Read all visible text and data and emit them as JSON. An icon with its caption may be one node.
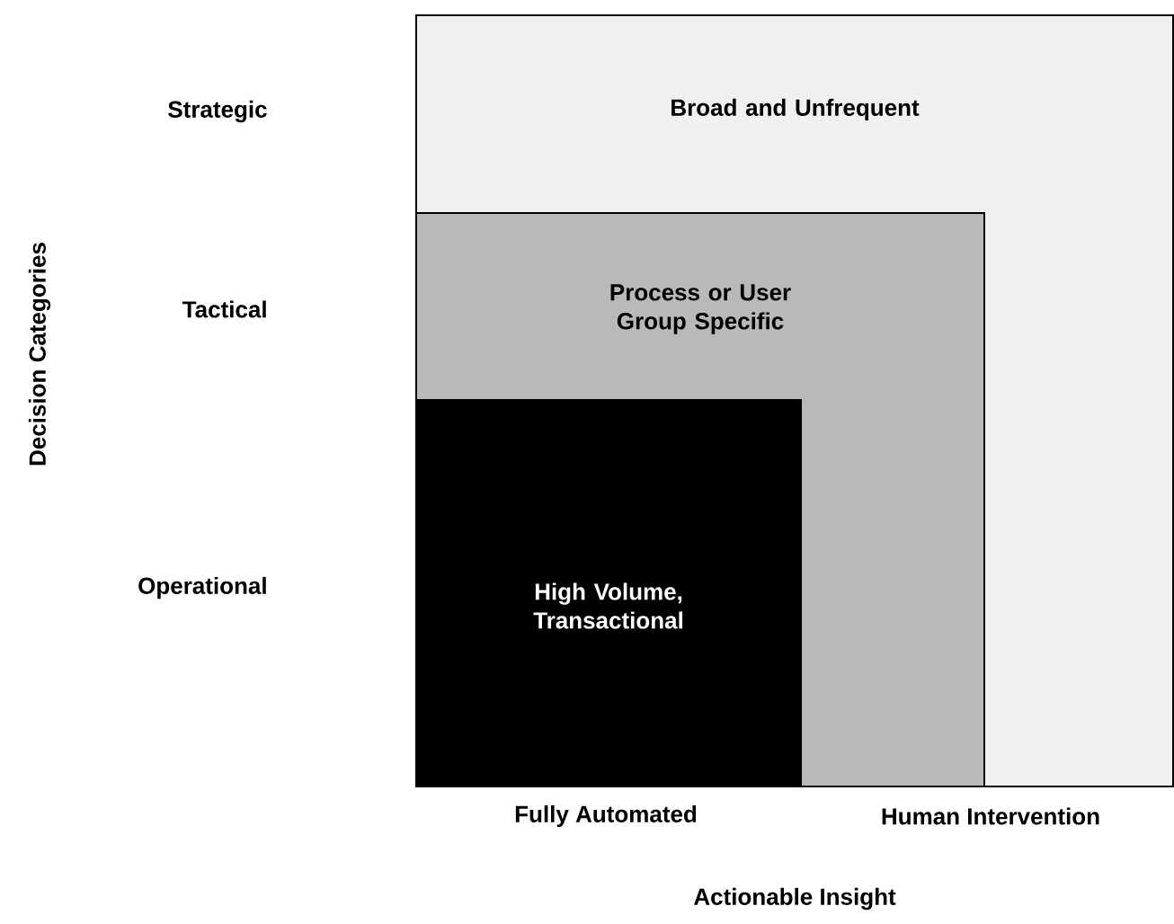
{
  "diagram": {
    "nodes": [
      {
        "text": [
          "Broad and Unfrequent"
        ]
      },
      {
        "text": [
          "Process or User Group Specific"
        ],
        "in": 0
      },
      {
        "text": [
          "High Volume, Transactional"
        ],
        "in": 1
      }
    ],
    "edges": [],
    "labels": [
      "Strategic",
      "Tactical",
      "Decision Categories",
      "Operational",
      "Fully Automated",
      "Human Intervention",
      "Actionable Insight"
    ]
  }
}
